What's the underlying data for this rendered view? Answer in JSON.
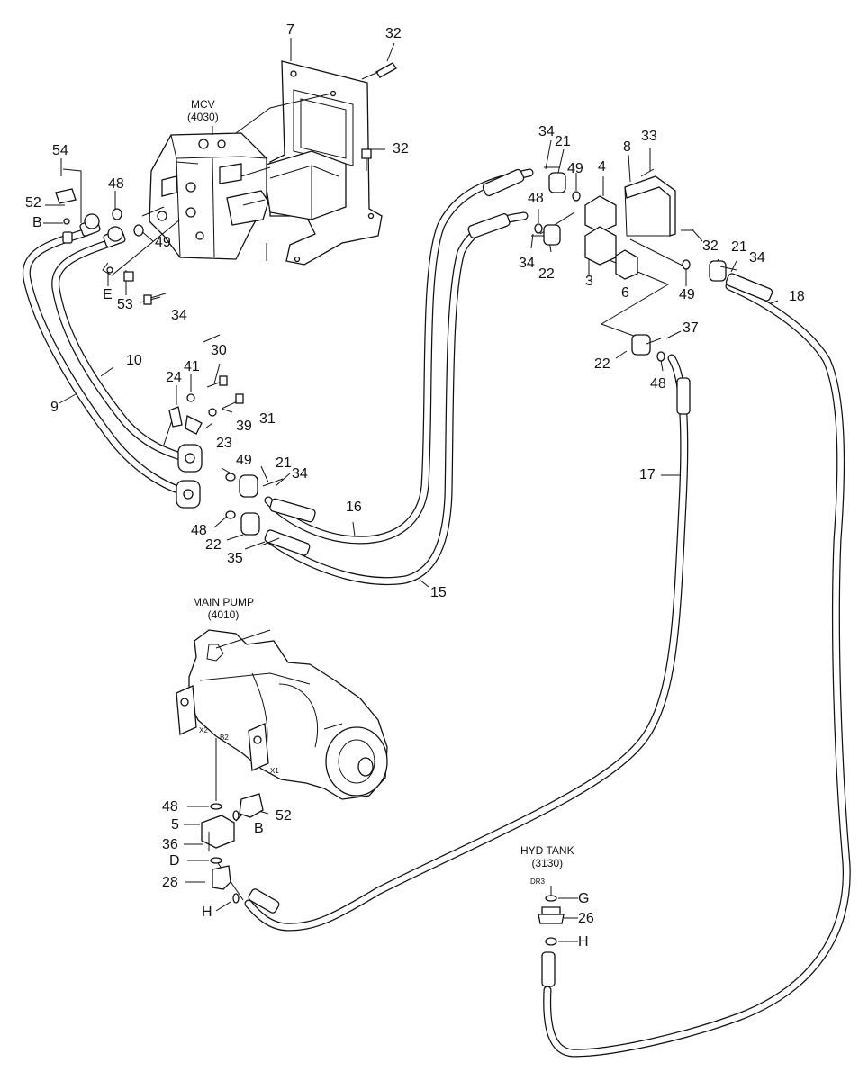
{
  "assemblies": {
    "mcv": {
      "name": "MCV",
      "code": "(4030)"
    },
    "main_pump": {
      "name": "MAIN PUMP",
      "code": "(4010)"
    },
    "hyd_tank": {
      "name": "HYD TANK",
      "code": "(3130)"
    }
  },
  "ports": {
    "x2": "X2",
    "b2": "B2",
    "x1": "X1",
    "dr3": "DR3"
  },
  "callouts": [
    {
      "text": "7"
    },
    {
      "text": "32"
    },
    {
      "text": "32"
    },
    {
      "text": "54"
    },
    {
      "text": "52"
    },
    {
      "text": "B"
    },
    {
      "text": "48"
    },
    {
      "text": "49"
    },
    {
      "text": "E"
    },
    {
      "text": "53"
    },
    {
      "text": "34"
    },
    {
      "text": "34"
    },
    {
      "text": "21"
    },
    {
      "text": "49"
    },
    {
      "text": "48"
    },
    {
      "text": "34"
    },
    {
      "text": "22"
    },
    {
      "text": "3"
    },
    {
      "text": "4"
    },
    {
      "text": "8"
    },
    {
      "text": "33"
    },
    {
      "text": "32"
    },
    {
      "text": "6"
    },
    {
      "text": "49"
    },
    {
      "text": "21"
    },
    {
      "text": "34"
    },
    {
      "text": "18"
    },
    {
      "text": "37"
    },
    {
      "text": "22"
    },
    {
      "text": "48"
    },
    {
      "text": "10"
    },
    {
      "text": "9"
    },
    {
      "text": "30"
    },
    {
      "text": "41"
    },
    {
      "text": "24"
    },
    {
      "text": "31"
    },
    {
      "text": "39"
    },
    {
      "text": "23"
    },
    {
      "text": "49"
    },
    {
      "text": "21"
    },
    {
      "text": "34"
    },
    {
      "text": "48"
    },
    {
      "text": "22"
    },
    {
      "text": "35"
    },
    {
      "text": "16"
    },
    {
      "text": "15"
    },
    {
      "text": "17"
    },
    {
      "text": "48"
    },
    {
      "text": "52"
    },
    {
      "text": "5"
    },
    {
      "text": "B"
    },
    {
      "text": "36"
    },
    {
      "text": "D"
    },
    {
      "text": "28"
    },
    {
      "text": "H"
    },
    {
      "text": "G"
    },
    {
      "text": "26"
    },
    {
      "text": "H"
    }
  ],
  "icons": [
    "mcv-valve",
    "mcv-bracket",
    "main-pump",
    "pipe",
    "hose",
    "split-flange",
    "block",
    "fitting",
    "o-ring",
    "bolt"
  ]
}
